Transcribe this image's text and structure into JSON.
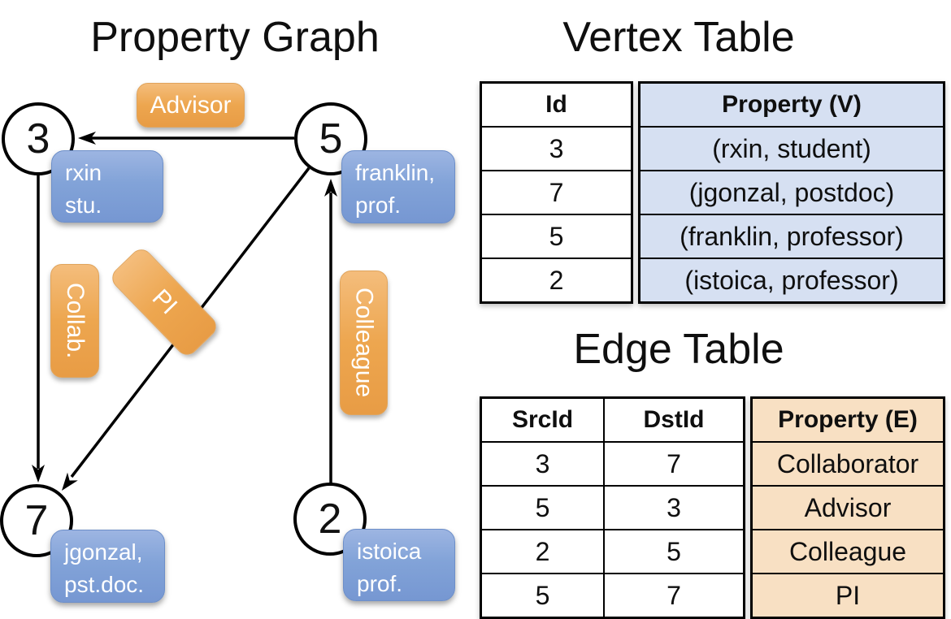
{
  "graph": {
    "title": "Property Graph",
    "nodes": [
      {
        "id": "3",
        "property": "rxin\nstu."
      },
      {
        "id": "5",
        "property": "franklin,\nprof."
      },
      {
        "id": "7",
        "property": "jgonzal,\npst.doc."
      },
      {
        "id": "2",
        "property": "istoica\nprof."
      }
    ],
    "edge_labels": {
      "advisor": "Advisor",
      "collab": "Collab.",
      "pi": "PI",
      "colleague": "Colleague"
    }
  },
  "vertex_table": {
    "title": "Vertex Table",
    "headers": {
      "id": "Id",
      "property": "Property (V)"
    },
    "rows": [
      {
        "id": "3",
        "property": "(rxin, student)"
      },
      {
        "id": "7",
        "property": "(jgonzal, postdoc)"
      },
      {
        "id": "5",
        "property": "(franklin, professor)"
      },
      {
        "id": "2",
        "property": "(istoica, professor)"
      }
    ]
  },
  "edge_table": {
    "title": "Edge Table",
    "headers": {
      "src": "SrcId",
      "dst": "DstId",
      "property": "Property (E)"
    },
    "rows": [
      {
        "src": "3",
        "dst": "7",
        "property": "Collaborator"
      },
      {
        "src": "5",
        "dst": "3",
        "property": "Advisor"
      },
      {
        "src": "2",
        "dst": "5",
        "property": "Colleague"
      },
      {
        "src": "5",
        "dst": "7",
        "property": "PI"
      }
    ]
  },
  "colors": {
    "edge_label_orange": "#EDA64F",
    "vertex_box_blue": "#82A3D8",
    "vertex_table_fill": "#D6E0F2",
    "edge_table_fill": "#F8E0C3",
    "line_black": "#000000"
  }
}
